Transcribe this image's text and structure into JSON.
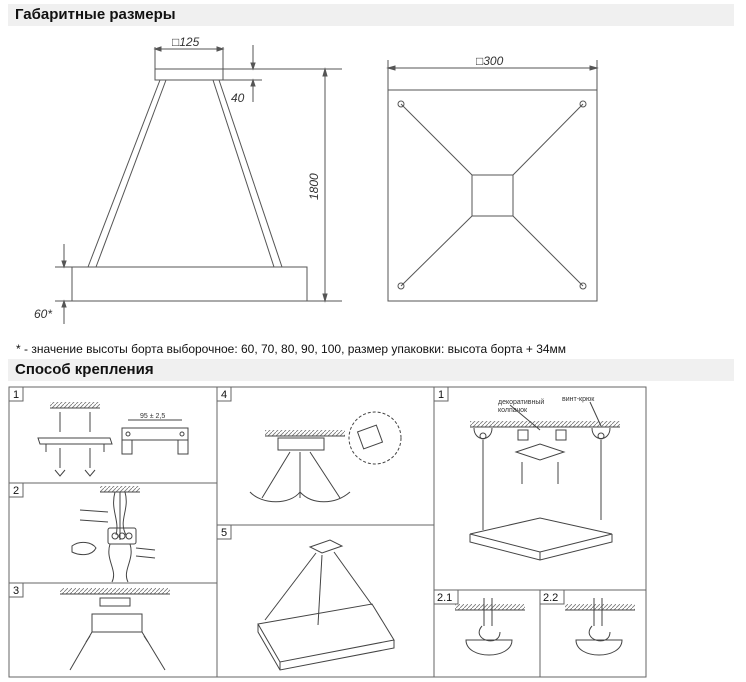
{
  "section_dimensions": {
    "title": "Габаритные размеры"
  },
  "section_mounting": {
    "title": "Способ крепления"
  },
  "dims": {
    "canopy_width": "□125",
    "canopy_height": "40",
    "total_height": "1800",
    "frame_height": "60*",
    "plan_size": "□300"
  },
  "footnote": "* - значение высоты борта выборочное: 60, 70, 80, 90, 100, размер упаковки: высота борта + 34мм",
  "panels": {
    "p1": "1",
    "p2": "2",
    "p3": "3",
    "p4": "4",
    "p5": "5",
    "r1": "1",
    "r21": "2.1",
    "r22": "2.2"
  },
  "labels": {
    "decor_cap": "декоративный",
    "decor_cap2": "колпачок",
    "hook_screw": "винт-крюк",
    "bracket_dim": "95 ± 2,5"
  }
}
